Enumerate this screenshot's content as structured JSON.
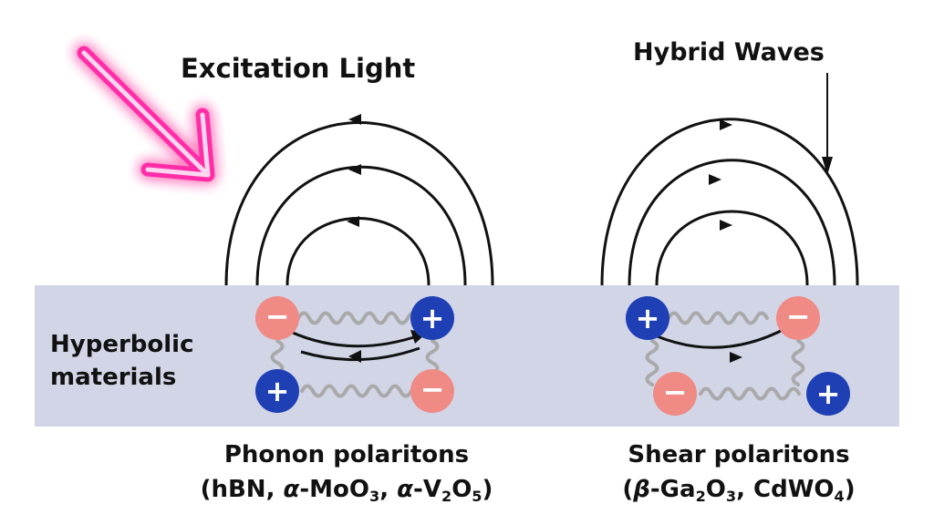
{
  "labels": {
    "excitation": "Excitation Light",
    "hybrid": "Hybrid Waves",
    "hyperbolic_line1": "Hyperbolic",
    "hyperbolic_line2": "materials"
  },
  "captions": {
    "phonon": {
      "title": "Phonon polaritons",
      "open": "(hBN, ",
      "alpha1": "α",
      "moo": "-MoO",
      "sub3": "3",
      "comma": ", ",
      "alpha2": "α",
      "v": "-V",
      "sub2": "2",
      "o": "O",
      "sub5": "5",
      "close": ")"
    },
    "shear": {
      "title": "Shear polaritons",
      "open": "(",
      "beta": "β",
      "ga": "-Ga",
      "sub2": "2",
      "o": "O",
      "sub3": "3",
      "mid": ", CdWO",
      "sub4": "4",
      "close": ")"
    }
  },
  "charges": {
    "left": [
      "−",
      "+",
      "+",
      "−"
    ],
    "right": [
      "+",
      "−",
      "−",
      "+"
    ]
  },
  "colors": {
    "slab": "#d1d5e6",
    "positive": "#1f3fb5",
    "negative": "#f08a84",
    "neon": "#ff2fa8",
    "spring": "#a9a9a9",
    "field": "#111111"
  }
}
